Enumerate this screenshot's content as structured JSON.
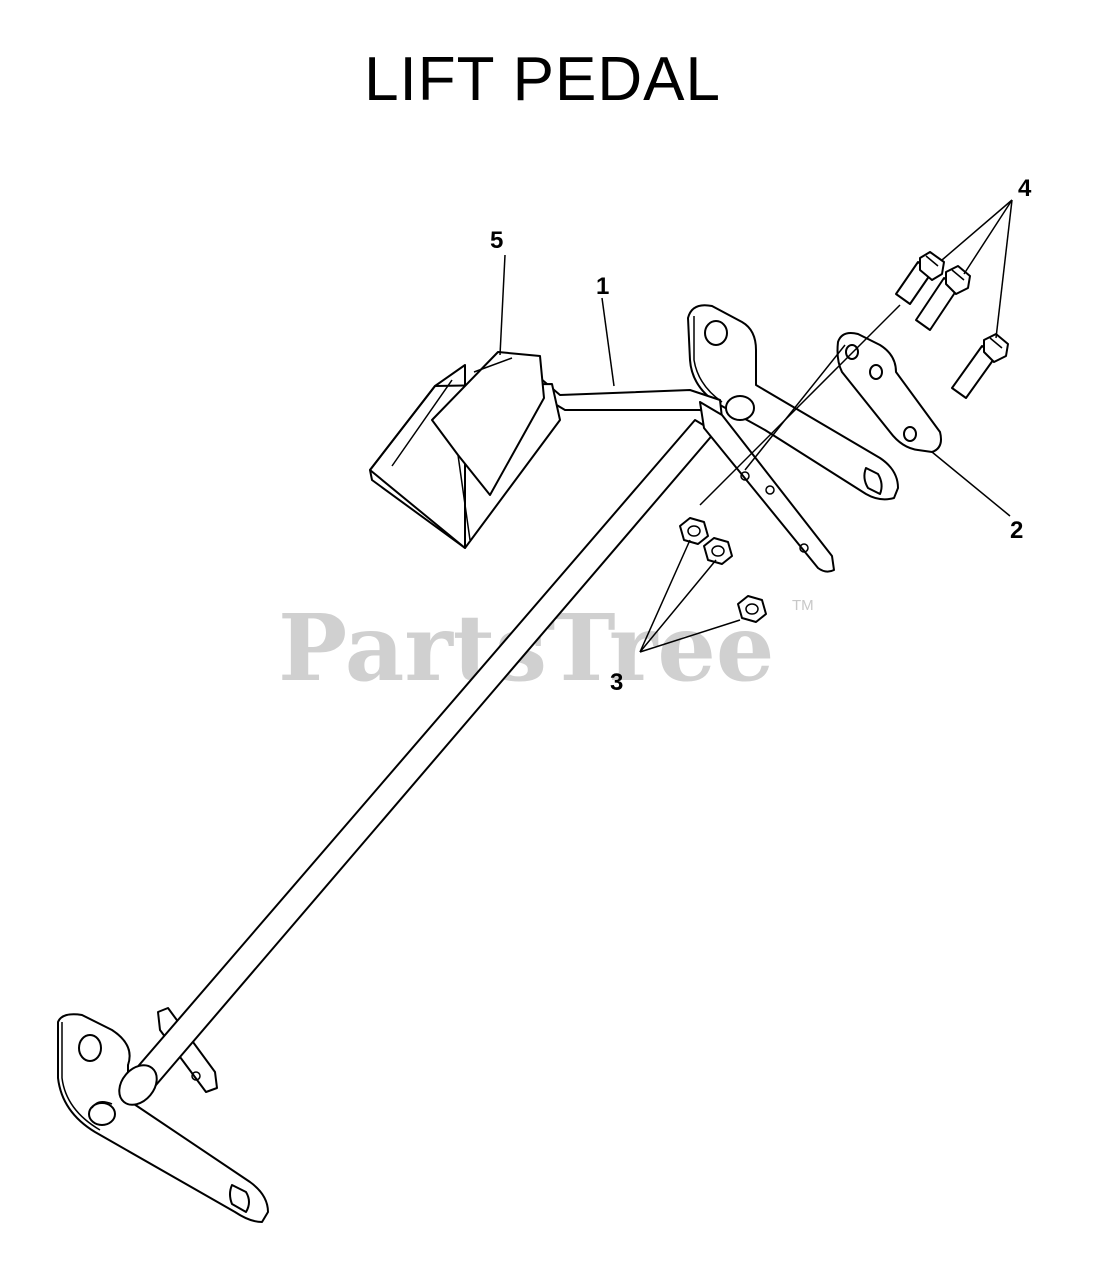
{
  "title": "LIFT PEDAL",
  "watermark": {
    "text": "PartsTree",
    "trademark": "TM"
  },
  "callouts": [
    {
      "id": "1",
      "label": "1"
    },
    {
      "id": "2",
      "label": "2"
    },
    {
      "id": "3",
      "label": "3"
    },
    {
      "id": "4",
      "label": "4"
    },
    {
      "id": "5",
      "label": "5"
    }
  ]
}
